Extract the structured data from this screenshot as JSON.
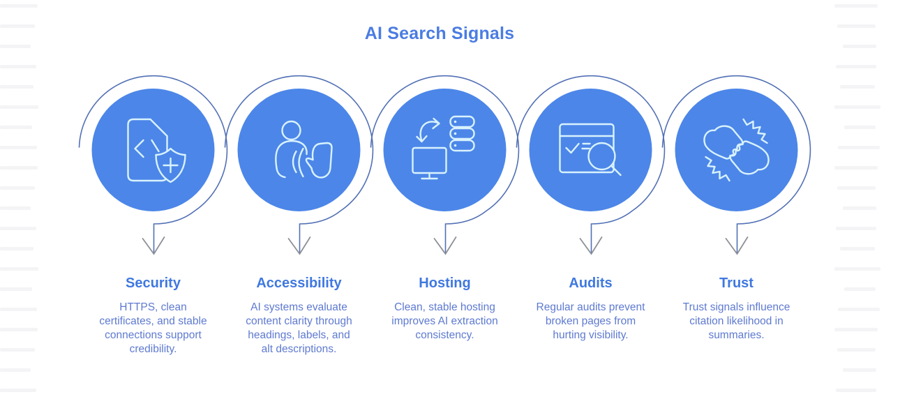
{
  "title": "AI Search Signals",
  "items": [
    {
      "label": "Security",
      "description": "HTTPS, clean\ncertificates, and stable\nconnections support\ncredibility.",
      "icon": "document-code-shield-icon"
    },
    {
      "label": "Accessibility",
      "description": "AI systems evaluate\ncontent clarity through\nheadings, labels, and\nalt descriptions.",
      "icon": "person-voice-hand-icon"
    },
    {
      "label": "Hosting",
      "description": "Clean, stable hosting\nimproves AI extraction\nconsistency.",
      "icon": "monitor-server-sync-icon"
    },
    {
      "label": "Audits",
      "description": "Regular audits prevent\nbroken pages from\nhurting visibility.",
      "icon": "browser-check-magnifier-icon"
    },
    {
      "label": "Trust",
      "description": "Trust signals influence\ncitation likelihood in\nsummaries.",
      "icon": "handshake-icon"
    }
  ],
  "colors": {
    "circle_fill": "#4C86E8",
    "icon_stroke": "#D8F2FD",
    "ring_stroke": "#5270B5",
    "arrowhead": "#8C9097",
    "title_color": "#4A7CE2",
    "heading_color": "#3F78E0",
    "body_color": "#5E7AD0",
    "stripe": "#F4F4F6"
  }
}
